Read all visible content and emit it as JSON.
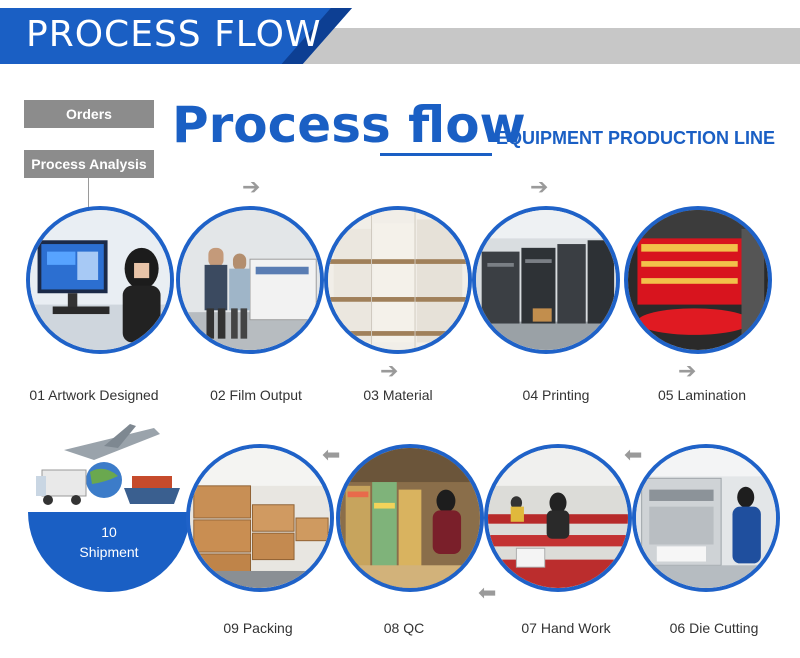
{
  "banner": {
    "title": "PROCESS FLOW"
  },
  "tags": {
    "orders": "Orders",
    "analysis": "Process Analysis"
  },
  "heading": {
    "main": "Process flow",
    "sub": "EQUIPMENT PRODUCTION LINE"
  },
  "steps": [
    {
      "label": "01 Artwork Designed",
      "icon": "designer-computer-icon"
    },
    {
      "label": "02 Film Output",
      "icon": "film-machine-icon"
    },
    {
      "label": "03 Material",
      "icon": "paper-stack-icon"
    },
    {
      "label": "04 Printing",
      "icon": "printing-press-icon"
    },
    {
      "label": "05 Lamination",
      "icon": "lamination-roll-icon"
    },
    {
      "label": "06 Die Cutting",
      "icon": "die-cutter-icon"
    },
    {
      "label": "07 Hand Work",
      "icon": "workshop-icon"
    },
    {
      "label": "08 QC",
      "icon": "inspection-icon"
    },
    {
      "label": "09 Packing",
      "icon": "cartons-icon"
    }
  ],
  "shipment": {
    "number": "10",
    "label": "Shipment",
    "icon": "plane-truck-ship-icon"
  },
  "colors": {
    "brand": "#1a5fc4",
    "tag": "#8c8c8c",
    "arrow": "#9a9a9a"
  }
}
